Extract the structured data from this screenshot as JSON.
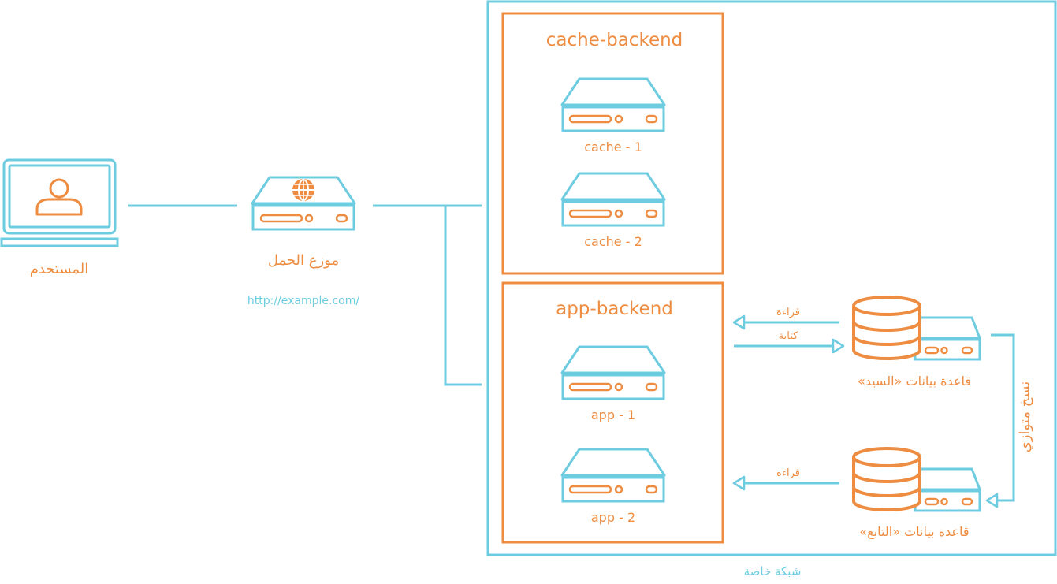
{
  "colors": {
    "orange": "#EE8D42",
    "blue": "#6DCCE0"
  },
  "user": {
    "label": "المستخدم",
    "icon": "laptop-user-icon"
  },
  "load_balancer": {
    "label": "موزع الحمل",
    "url": "http://example.com/",
    "icon": "globe-server-icon"
  },
  "private_network": {
    "label": "شبكة خاصة"
  },
  "cache_backend": {
    "title": "cache-backend",
    "servers": [
      "cache  - 1",
      "cache - 2"
    ]
  },
  "app_backend": {
    "title": "app-backend",
    "servers": [
      "app - 1",
      "app - 2"
    ]
  },
  "master_db": {
    "label": "قاعدة بيانات «السيد»",
    "read_label": "قراءة",
    "write_label": "كتابة"
  },
  "slave_db": {
    "label": "قاعدة بيانات «التابع»",
    "read_label": "قراءة"
  },
  "replication": {
    "label": "نسخ متوازي"
  }
}
